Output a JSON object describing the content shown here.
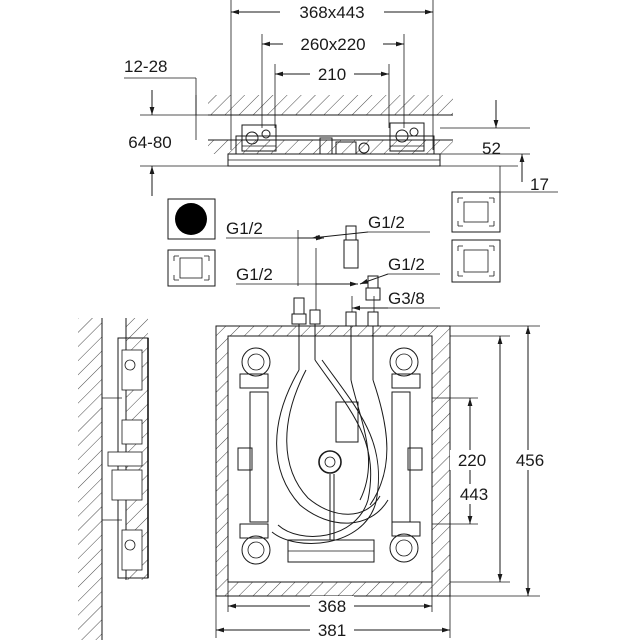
{
  "dimensions": {
    "overall_size": "368x443",
    "mount_size": "260x220",
    "center_spacing": "210",
    "depth_range": "12-28",
    "height_range": "64-80",
    "mount_height": "52",
    "plate_thickness": "17",
    "width_368": "368",
    "width_381": "381",
    "height_220": "220",
    "height_443": "443",
    "height_456": "456"
  },
  "connections": {
    "thread_1": "G1/2",
    "thread_2": "G1/2",
    "thread_3": "G1/2",
    "thread_4": "G1/2",
    "thread_5": "G3/8"
  }
}
